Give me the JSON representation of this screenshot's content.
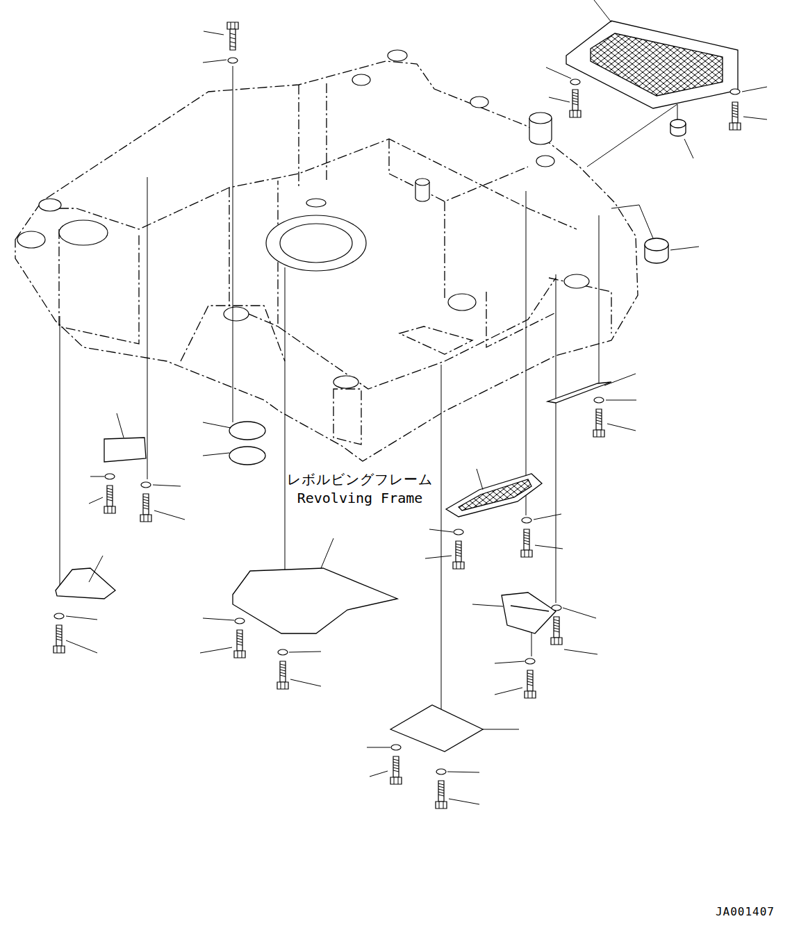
{
  "diagram": {
    "labels": [
      "レボルビングフレーム",
      "Revolving Frame",
      "JA001407"
    ]
  }
}
